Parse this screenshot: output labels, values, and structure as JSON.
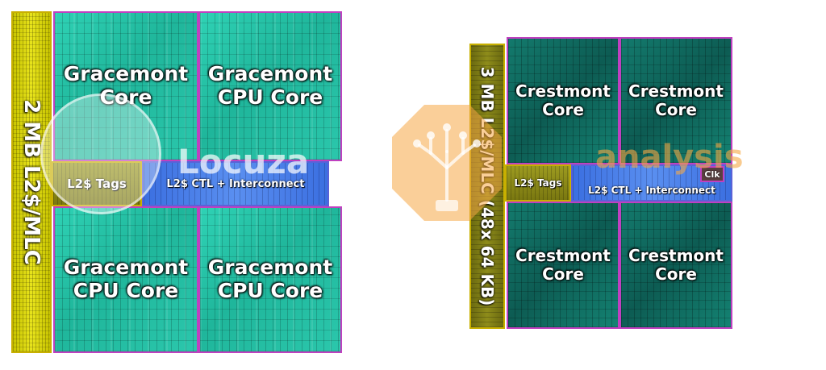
{
  "left_die": {
    "l2_cache_label": "2 MB L2$/MLC",
    "l2_tags_label": "L2$ Tags",
    "interconnect_label": "L2$ CTL + Interconnect",
    "cores": [
      {
        "label": "Gracemont\nCore"
      },
      {
        "label": "Gracemont\nCPU Core"
      },
      {
        "label": "Gracemont\nCPU Core"
      },
      {
        "label": "Gracemont\nCPU Core"
      }
    ]
  },
  "right_die": {
    "l2_cache_label": "3 MB L2$/MLC (48x 64 KB)",
    "l2_tags_label": "L2$ Tags",
    "interconnect_label": "L2$ CTL + Interconnect",
    "clk_label": "Clk",
    "cores": [
      {
        "label": "Crestmont\nCore"
      },
      {
        "label": "Crestmont\nCore"
      },
      {
        "label": "Crestmont\nCore"
      },
      {
        "label": "Crestmont\nCore"
      }
    ]
  },
  "watermarks": {
    "left": "Locuza",
    "right": "analysis"
  },
  "colors": {
    "core_fill": "#1fb69b",
    "core_border": "#c040c0",
    "l2_fill": "#e8e41c",
    "interconnect_fill": "#4a80ea",
    "watermark_orange": "#f5a845"
  }
}
